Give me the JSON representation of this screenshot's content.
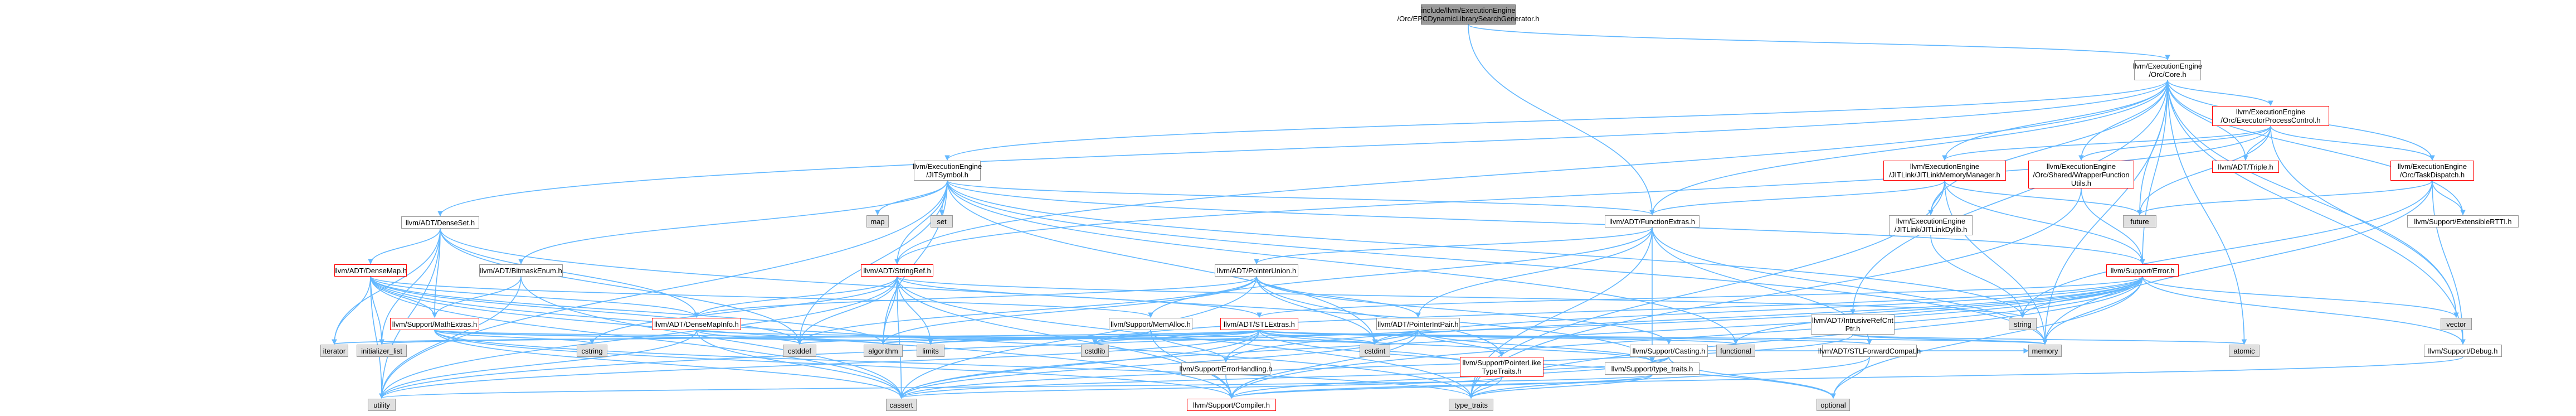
{
  "colors": {
    "edge": "#63b8ff",
    "red_border": "#ff0000",
    "system_fill": "#e0e0e0",
    "root_fill": "#999999"
  },
  "nodes": {
    "root": {
      "label": "include/llvm/ExecutionEngine\n/Orc/EPCDynamicLibrarySearchGenerator.h",
      "kind": "root"
    },
    "core": {
      "label": "llvm/ExecutionEngine\n/Orc/Core.h",
      "kind": "normal"
    },
    "epc": {
      "label": "llvm/ExecutionEngine\n/Orc/ExecutorProcessControl.h",
      "kind": "red"
    },
    "jitsymbol": {
      "label": "llvm/ExecutionEngine\n/JITSymbol.h",
      "kind": "normal"
    },
    "densesetH": {
      "label": "llvm/ADT/DenseSet.h",
      "kind": "normal"
    },
    "jitlinkmm": {
      "label": "llvm/ExecutionEngine\n/JITLink/JITLinkMemoryManager.h",
      "kind": "red"
    },
    "wrapper": {
      "label": "llvm/ExecutionEngine\n/Orc/Shared/WrapperFunction\nUtils.h",
      "kind": "red"
    },
    "triple": {
      "label": "llvm/ADT/Triple.h",
      "kind": "red"
    },
    "taskdispatch": {
      "label": "llvm/ExecutionEngine\n/Orc/TaskDispatch.h",
      "kind": "red"
    },
    "map": {
      "label": "map",
      "kind": "sys"
    },
    "set": {
      "label": "set",
      "kind": "sys"
    },
    "funcextras": {
      "label": "llvm/ADT/FunctionExtras.h",
      "kind": "normal"
    },
    "jitlinkdylib": {
      "label": "llvm/ExecutionEngine\n/JITLink/JITLinkDylib.h",
      "kind": "normal"
    },
    "future": {
      "label": "future",
      "kind": "sys"
    },
    "extrtti": {
      "label": "llvm/Support/ExtensibleRTTI.h",
      "kind": "normal"
    },
    "densemap": {
      "label": "llvm/ADT/DenseMap.h",
      "kind": "red"
    },
    "bitmask": {
      "label": "llvm/ADT/BitmaskEnum.h",
      "kind": "normal"
    },
    "stringref": {
      "label": "llvm/ADT/StringRef.h",
      "kind": "red"
    },
    "ptrunion": {
      "label": "llvm/ADT/PointerUnion.h",
      "kind": "normal"
    },
    "error": {
      "label": "llvm/Support/Error.h",
      "kind": "red"
    },
    "string": {
      "label": "string",
      "kind": "sys"
    },
    "vector": {
      "label": "vector",
      "kind": "sys"
    },
    "intrusive": {
      "label": "llvm/ADT/IntrusiveRefCnt\nPtr.h",
      "kind": "normal"
    },
    "mathextras": {
      "label": "llvm/Support/MathExtras.h",
      "kind": "red"
    },
    "densemapinfo": {
      "label": "llvm/ADT/DenseMapInfo.h",
      "kind": "red"
    },
    "memalloc": {
      "label": "llvm/Support/MemAlloc.h",
      "kind": "normal"
    },
    "stlextras": {
      "label": "llvm/ADT/STLExtras.h",
      "kind": "red"
    },
    "ptrintpair": {
      "label": "llvm/ADT/PointerIntPair.h",
      "kind": "normal"
    },
    "casting": {
      "label": "llvm/Support/Casting.h",
      "kind": "normal"
    },
    "debug": {
      "label": "llvm/Support/Debug.h",
      "kind": "normal"
    },
    "iterator": {
      "label": "iterator",
      "kind": "sys"
    },
    "initlist": {
      "label": "initializer_list",
      "kind": "sys"
    },
    "cstring": {
      "label": "cstring",
      "kind": "sys"
    },
    "cstddef": {
      "label": "cstddef",
      "kind": "sys"
    },
    "algorithm": {
      "label": "algorithm",
      "kind": "sys"
    },
    "limits": {
      "label": "limits",
      "kind": "sys"
    },
    "cstdlib": {
      "label": "cstdlib",
      "kind": "sys"
    },
    "errhandling": {
      "label": "llvm/Support/ErrorHandling.h",
      "kind": "normal"
    },
    "cstdint": {
      "label": "cstdint",
      "kind": "sys"
    },
    "ptrliketypes": {
      "label": "llvm/Support/PointerLike\nTypeTraits.h",
      "kind": "red"
    },
    "typetraitsH": {
      "label": "llvm/Support/type_traits.h",
      "kind": "normal"
    },
    "functional": {
      "label": "functional",
      "kind": "sys"
    },
    "stlfwd": {
      "label": "llvm/ADT/STLForwardCompat.h",
      "kind": "normal"
    },
    "memory": {
      "label": "memory",
      "kind": "sys"
    },
    "atomic": {
      "label": "atomic",
      "kind": "sys"
    },
    "utility": {
      "label": "utility",
      "kind": "sys"
    },
    "cassert": {
      "label": "cassert",
      "kind": "sys"
    },
    "compiler": {
      "label": "llvm/Support/Compiler.h",
      "kind": "red"
    },
    "type_traits": {
      "label": "type_traits",
      "kind": "sys"
    },
    "optional": {
      "label": "optional",
      "kind": "sys"
    }
  },
  "edges": [
    [
      "root",
      "core"
    ],
    [
      "root",
      "funcextras"
    ],
    [
      "core",
      "epc"
    ],
    [
      "core",
      "jitsymbol"
    ],
    [
      "core",
      "densesetH"
    ],
    [
      "core",
      "jitlinkmm"
    ],
    [
      "core",
      "wrapper"
    ],
    [
      "core",
      "triple"
    ],
    [
      "core",
      "taskdispatch"
    ],
    [
      "core",
      "funcextras"
    ],
    [
      "core",
      "jitlinkdylib"
    ],
    [
      "core",
      "future"
    ],
    [
      "core",
      "extrtti"
    ],
    [
      "core",
      "intrusive"
    ],
    [
      "core",
      "error"
    ],
    [
      "core",
      "vector"
    ],
    [
      "core",
      "debug"
    ],
    [
      "core",
      "memory"
    ],
    [
      "core",
      "atomic"
    ],
    [
      "core",
      "stringref"
    ],
    [
      "epc",
      "jitlinkmm"
    ],
    [
      "epc",
      "wrapper"
    ],
    [
      "epc",
      "triple"
    ],
    [
      "epc",
      "taskdispatch"
    ],
    [
      "epc",
      "future"
    ],
    [
      "epc",
      "vector"
    ],
    [
      "epc",
      "stringref"
    ],
    [
      "jitsymbol",
      "map"
    ],
    [
      "jitsymbol",
      "set"
    ],
    [
      "jitsymbol",
      "funcextras"
    ],
    [
      "jitsymbol",
      "bitmask"
    ],
    [
      "jitsymbol",
      "stringref"
    ],
    [
      "jitsymbol",
      "error"
    ],
    [
      "jitsymbol",
      "string"
    ],
    [
      "jitsymbol",
      "algorithm"
    ],
    [
      "jitsymbol",
      "cstddef"
    ],
    [
      "jitsymbol",
      "cstdint"
    ],
    [
      "jitsymbol",
      "functional"
    ],
    [
      "jitsymbol",
      "memory"
    ],
    [
      "jitsymbol",
      "utility"
    ],
    [
      "densesetH",
      "densemap"
    ],
    [
      "densesetH",
      "densemapinfo"
    ],
    [
      "densesetH",
      "mathextras"
    ],
    [
      "densesetH",
      "typetraitsH"
    ],
    [
      "densesetH",
      "initlist"
    ],
    [
      "densesetH",
      "iterator"
    ],
    [
      "densesetH",
      "cstddef"
    ],
    [
      "densesetH",
      "utility"
    ],
    [
      "jitlinkmm",
      "funcextras"
    ],
    [
      "jitlinkmm",
      "jitlinkdylib"
    ],
    [
      "jitlinkmm",
      "error"
    ],
    [
      "jitlinkmm",
      "future"
    ],
    [
      "jitlinkmm",
      "memory"
    ],
    [
      "jitlinkmm",
      "type_traits"
    ],
    [
      "wrapper",
      "error"
    ],
    [
      "wrapper",
      "type_traits"
    ],
    [
      "taskdispatch",
      "extrtti"
    ],
    [
      "taskdispatch",
      "debug"
    ],
    [
      "taskdispatch",
      "future"
    ],
    [
      "taskdispatch",
      "memory"
    ],
    [
      "taskdispatch",
      "string"
    ],
    [
      "funcextras",
      "ptrunion"
    ],
    [
      "funcextras",
      "ptrintpair"
    ],
    [
      "funcextras",
      "stlfwd"
    ],
    [
      "funcextras",
      "memalloc"
    ],
    [
      "funcextras",
      "typetraitsH"
    ],
    [
      "funcextras",
      "memory"
    ],
    [
      "funcextras",
      "type_traits"
    ],
    [
      "jitlinkdylib",
      "string"
    ],
    [
      "densemap",
      "densemapinfo"
    ],
    [
      "densemap",
      "mathextras"
    ],
    [
      "densemap",
      "memalloc"
    ],
    [
      "densemap",
      "iterator"
    ],
    [
      "densemap",
      "initlist"
    ],
    [
      "densemap",
      "algorithm"
    ],
    [
      "densemap",
      "cassert"
    ],
    [
      "densemap",
      "cstddef"
    ],
    [
      "densemap",
      "utility"
    ],
    [
      "densemap",
      "compiler"
    ],
    [
      "densemap",
      "type_traits"
    ],
    [
      "bitmask",
      "mathextras"
    ],
    [
      "bitmask",
      "cassert"
    ],
    [
      "bitmask",
      "utility"
    ],
    [
      "stringref",
      "densemapinfo"
    ],
    [
      "stringref",
      "stlextras"
    ],
    [
      "stringref",
      "compiler"
    ],
    [
      "stringref",
      "algorithm"
    ],
    [
      "stringref",
      "cassert"
    ],
    [
      "stringref",
      "cstddef"
    ],
    [
      "stringref",
      "cstring"
    ],
    [
      "stringref",
      "limits"
    ],
    [
      "stringref",
      "string"
    ],
    [
      "stringref",
      "type_traits"
    ],
    [
      "stringref",
      "utility"
    ],
    [
      "ptrunion",
      "densemapinfo"
    ],
    [
      "ptrunion",
      "ptrintpair"
    ],
    [
      "ptrunion",
      "ptrliketypes"
    ],
    [
      "ptrunion",
      "casting"
    ],
    [
      "ptrunion",
      "algorithm"
    ],
    [
      "ptrunion",
      "cassert"
    ],
    [
      "ptrunion",
      "cstddef"
    ],
    [
      "ptrunion",
      "cstdint"
    ],
    [
      "error",
      "debug"
    ],
    [
      "error",
      "errhandling"
    ],
    [
      "error",
      "compiler"
    ],
    [
      "error",
      "string"
    ],
    [
      "error",
      "vector"
    ],
    [
      "error",
      "memory"
    ],
    [
      "error",
      "functional"
    ],
    [
      "error",
      "cassert"
    ],
    [
      "error",
      "cstdint"
    ],
    [
      "error",
      "cstdlib"
    ],
    [
      "error",
      "optional"
    ],
    [
      "error",
      "type_traits"
    ],
    [
      "error",
      "utility"
    ],
    [
      "error",
      "stlextras"
    ],
    [
      "intrusive",
      "atomic"
    ],
    [
      "intrusive",
      "cassert"
    ],
    [
      "intrusive",
      "memory"
    ],
    [
      "mathextras",
      "compiler"
    ],
    [
      "mathextras",
      "algorithm"
    ],
    [
      "mathextras",
      "cassert"
    ],
    [
      "mathextras",
      "cstring"
    ],
    [
      "mathextras",
      "cstdint"
    ],
    [
      "mathextras",
      "limits"
    ],
    [
      "mathextras",
      "type_traits"
    ],
    [
      "densemapinfo",
      "cassert"
    ],
    [
      "densemapinfo",
      "cstddef"
    ],
    [
      "densemapinfo",
      "cstdint"
    ],
    [
      "densemapinfo",
      "utility"
    ],
    [
      "memalloc",
      "errhandling"
    ],
    [
      "memalloc",
      "compiler"
    ],
    [
      "memalloc",
      "cstdlib"
    ],
    [
      "stlextras",
      "errhandling"
    ],
    [
      "stlextras",
      "stlfwd"
    ],
    [
      "stlextras",
      "typetraitsH"
    ],
    [
      "stlextras",
      "iterator"
    ],
    [
      "stlextras",
      "initlist"
    ],
    [
      "stlextras",
      "algorithm"
    ],
    [
      "stlextras",
      "cassert"
    ],
    [
      "stlextras",
      "cstddef"
    ],
    [
      "stlextras",
      "cstdint"
    ],
    [
      "stlextras",
      "cstdlib"
    ],
    [
      "stlextras",
      "functional"
    ],
    [
      "stlextras",
      "limits"
    ],
    [
      "stlextras",
      "memory"
    ],
    [
      "stlextras",
      "optional"
    ],
    [
      "stlextras",
      "utility"
    ],
    [
      "ptrintpair",
      "ptrliketypes"
    ],
    [
      "ptrintpair",
      "typetraitsH"
    ],
    [
      "ptrintpair",
      "compiler"
    ],
    [
      "ptrintpair",
      "cassert"
    ],
    [
      "ptrintpair",
      "cstdint"
    ],
    [
      "ptrintpair",
      "limits"
    ],
    [
      "casting",
      "typetraitsH"
    ],
    [
      "casting",
      "compiler"
    ],
    [
      "casting",
      "cassert"
    ],
    [
      "casting",
      "memory"
    ],
    [
      "casting",
      "optional"
    ],
    [
      "debug",
      "compiler"
    ],
    [
      "errhandling",
      "compiler"
    ],
    [
      "ptrliketypes",
      "cassert"
    ],
    [
      "ptrliketypes",
      "cstdint"
    ],
    [
      "ptrliketypes",
      "type_traits"
    ],
    [
      "typetraitsH",
      "compiler"
    ],
    [
      "typetraitsH",
      "type_traits"
    ],
    [
      "typetraitsH",
      "utility"
    ],
    [
      "stlfwd",
      "optional"
    ],
    [
      "stlfwd",
      "type_traits"
    ]
  ]
}
